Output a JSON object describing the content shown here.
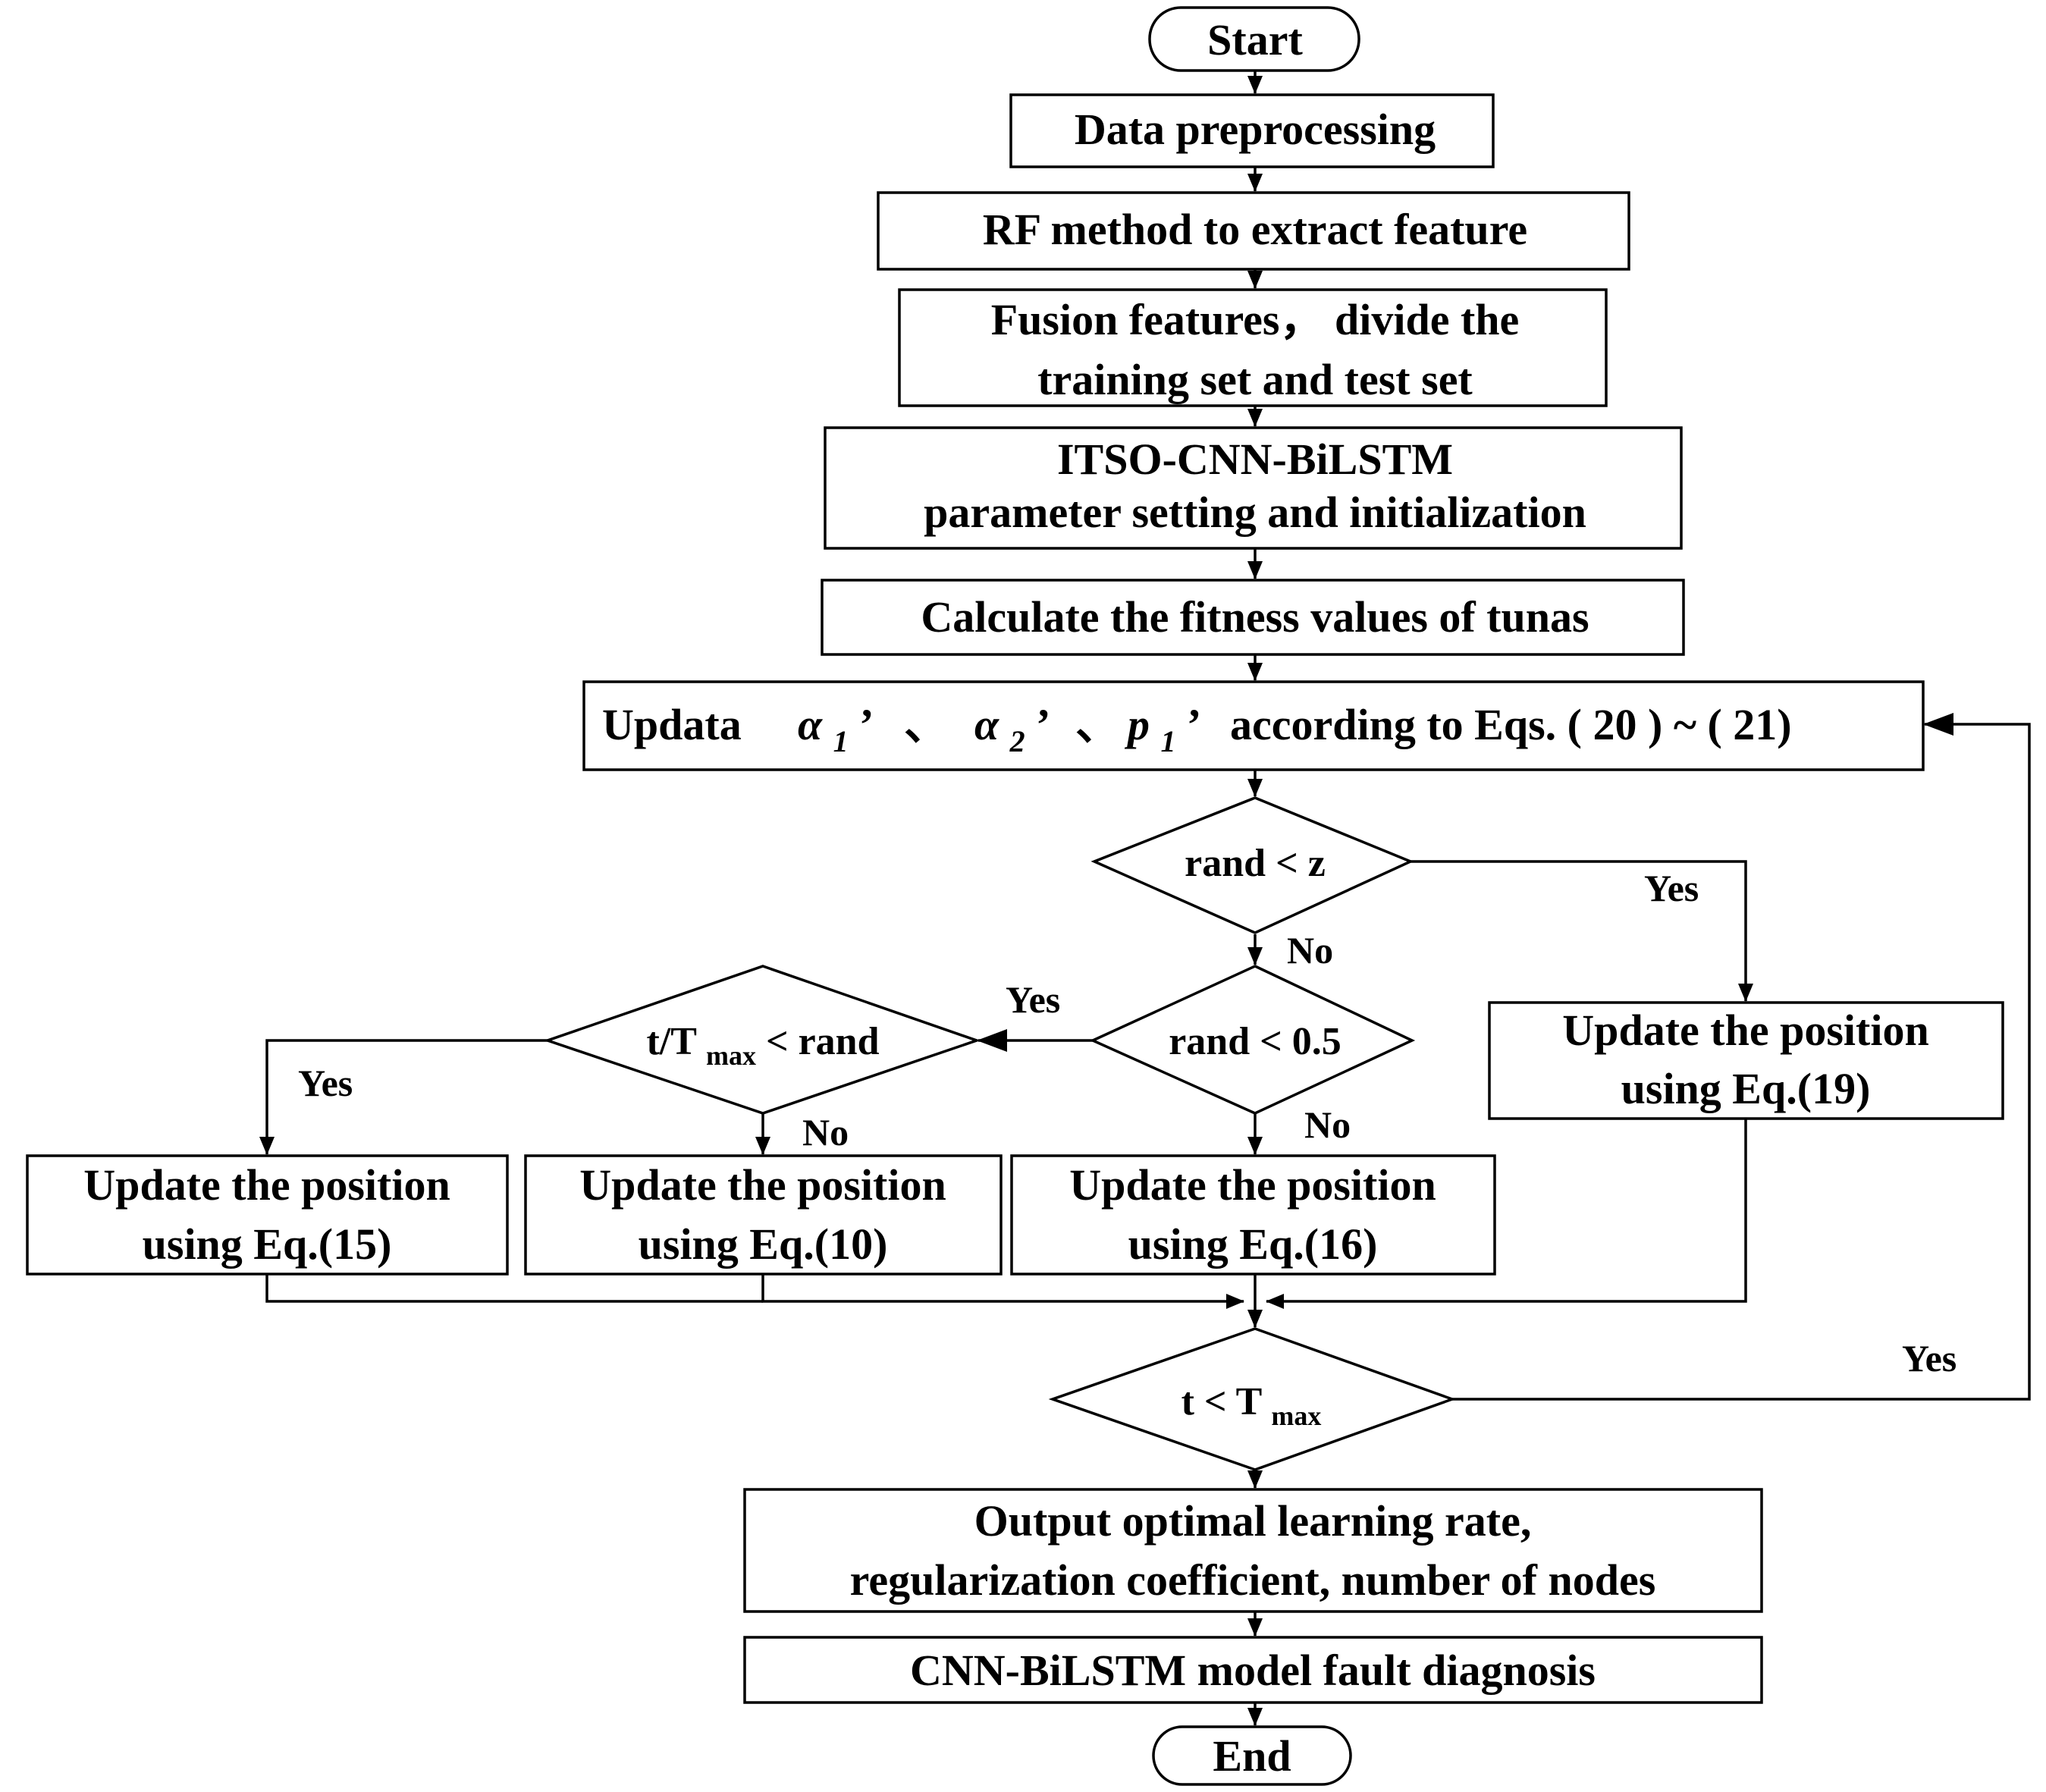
{
  "nodes": {
    "start": "Start",
    "preprocess": "Data preprocessing",
    "rf_extract": "RF method to extract feature",
    "fusion": [
      "Fusion features， divide the",
      "training set and test set"
    ],
    "init": [
      "ITSO-CNN-BiLSTM",
      "parameter setting and  initialization"
    ],
    "fitness": "Calculate the fitness values of tunas",
    "update_params": {
      "prefix": "Updata",
      "alpha": "α",
      "sub1": "1",
      "sub2": "2",
      "p": "p",
      "prime": "’",
      "sep": "、",
      "suffix": "according to Eqs. ( 20 ) ~ ( 21)"
    },
    "cond_rand_z": "rand < z",
    "cond_rand_05": "rand < 0.5",
    "cond_t_ratio": {
      "t": "t/T",
      "sub": "max",
      "rest": "< rand"
    },
    "eq19": [
      "Update the position",
      "using Eq.(19)"
    ],
    "eq15": [
      "Update the position",
      "using Eq.(15)"
    ],
    "eq10": [
      "Update the position",
      "using Eq.(10)"
    ],
    "eq16": [
      "Update the position",
      "using Eq.(16)"
    ],
    "cond_t_max": {
      "t": "t < T",
      "sub": "max"
    },
    "output": [
      "Output optimal learning rate,",
      "regularization coefficient, number of nodes"
    ],
    "diagnosis": "CNN-BiLSTM model fault diagnosis",
    "end": "End"
  },
  "edge_labels": {
    "yes": "Yes",
    "no": "No"
  }
}
